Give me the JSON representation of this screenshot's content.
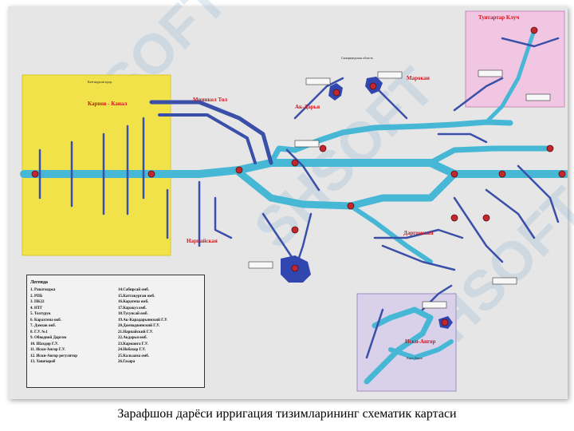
{
  "caption": "Зарафшон дарёси ирригация тизимларининг схематик картаси",
  "watermark": "SHSOFT",
  "regions": {
    "karnob_kanal": "Карнов - Канал",
    "miankol": "Миянкол Тол",
    "ak_darya": "Ак-Дарья",
    "marokand": "Марокан",
    "tuyatartar": "Туятартар Клуч",
    "narpai": "Нарпайская",
    "dargom": "Даргомская",
    "iski_angor": "Иски-Ангор",
    "samarkand_top": "Самаркандская область",
    "kattakurgan": "Каттакурган вдхр.",
    "kara_darya": "Кара-Дарья"
  },
  "legend": {
    "title": "Легенда",
    "items_left": [
      "1. Раватходжа",
      "2. РПБ",
      "3. ПК22",
      "4. НТГ",
      "5. Тозтурук",
      "6. Карахтепа окб.",
      "7. Дамзак окб.",
      "8. Г.У. №1",
      "9. Обводной Даргом",
      "10. Шахдор Г.У.",
      "11. Иски-Ангор Г.У.",
      "12. Иски-Ангор регулятор",
      "13. Хишчароб"
    ],
    "items_right": [
      "14.Сабирсай омб.",
      "15.Каттакурган омб.",
      "16.Каратепа омб.",
      "17.Каракуз омб.",
      "18.Тусунсай омб.",
      "19.Ак-Карадарьинский Г.У.",
      "20.Дамходжинский Г.У.",
      "21.Нарпайский Г.У.",
      "22.Акдарья омб.",
      "23.Карманга Г.У.",
      "24.Нобахор Г.У.",
      "25.Кальзама омб.",
      "26.Газара"
    ]
  },
  "colors": {
    "river": "#47b7d6",
    "canal": "#3a4fa8",
    "node": "#c1272d",
    "reservoir": "#3246b0",
    "yellow_zone": "#f2e24a",
    "pink_zone": "#f0c6e3",
    "lavender_zone": "#d9d0ea"
  }
}
